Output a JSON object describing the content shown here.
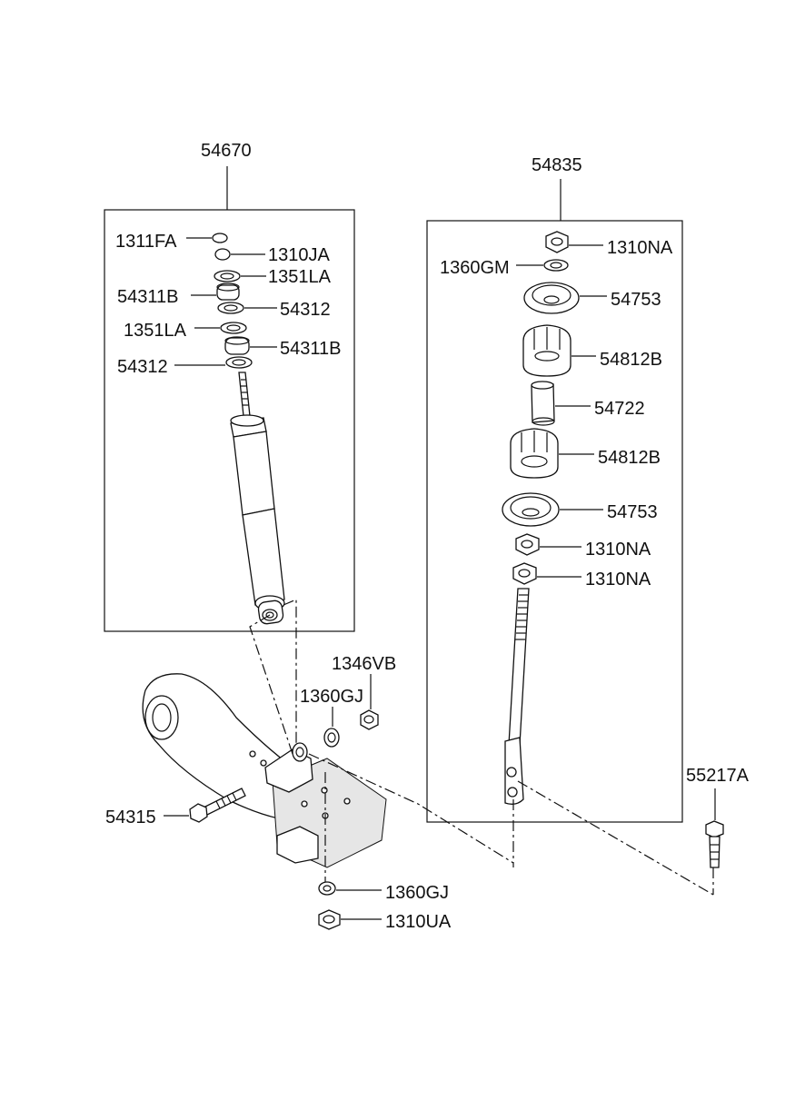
{
  "assemblies": [
    {
      "id": "54670",
      "side": "left"
    },
    {
      "id": "54835",
      "side": "right"
    }
  ],
  "labels": {
    "a54670": "54670",
    "a54835": "54835",
    "l1311FA": "1311FA",
    "l1310JA": "1310JA",
    "l1351LA_top": "1351LA",
    "l54311B_top": "54311B",
    "l54312_top": "54312",
    "l1351LA_mid": "1351LA",
    "l54311B_mid": "54311B",
    "l54312_bot": "54312",
    "r1310NA_top": "1310NA",
    "r1360GM": "1360GM",
    "r54753_top": "54753",
    "r54812B_top": "54812B",
    "r54722": "54722",
    "r54812B_bot": "54812B",
    "r54753_bot": "54753",
    "r1310NA_mid": "1310NA",
    "r1310NA_bot": "1310NA",
    "b1346VB": "1346VB",
    "b1360GJ_top": "1360GJ",
    "b54315": "54315",
    "b55217A": "55217A",
    "b1360GJ_bot": "1360GJ",
    "b1310UA": "1310UA"
  }
}
